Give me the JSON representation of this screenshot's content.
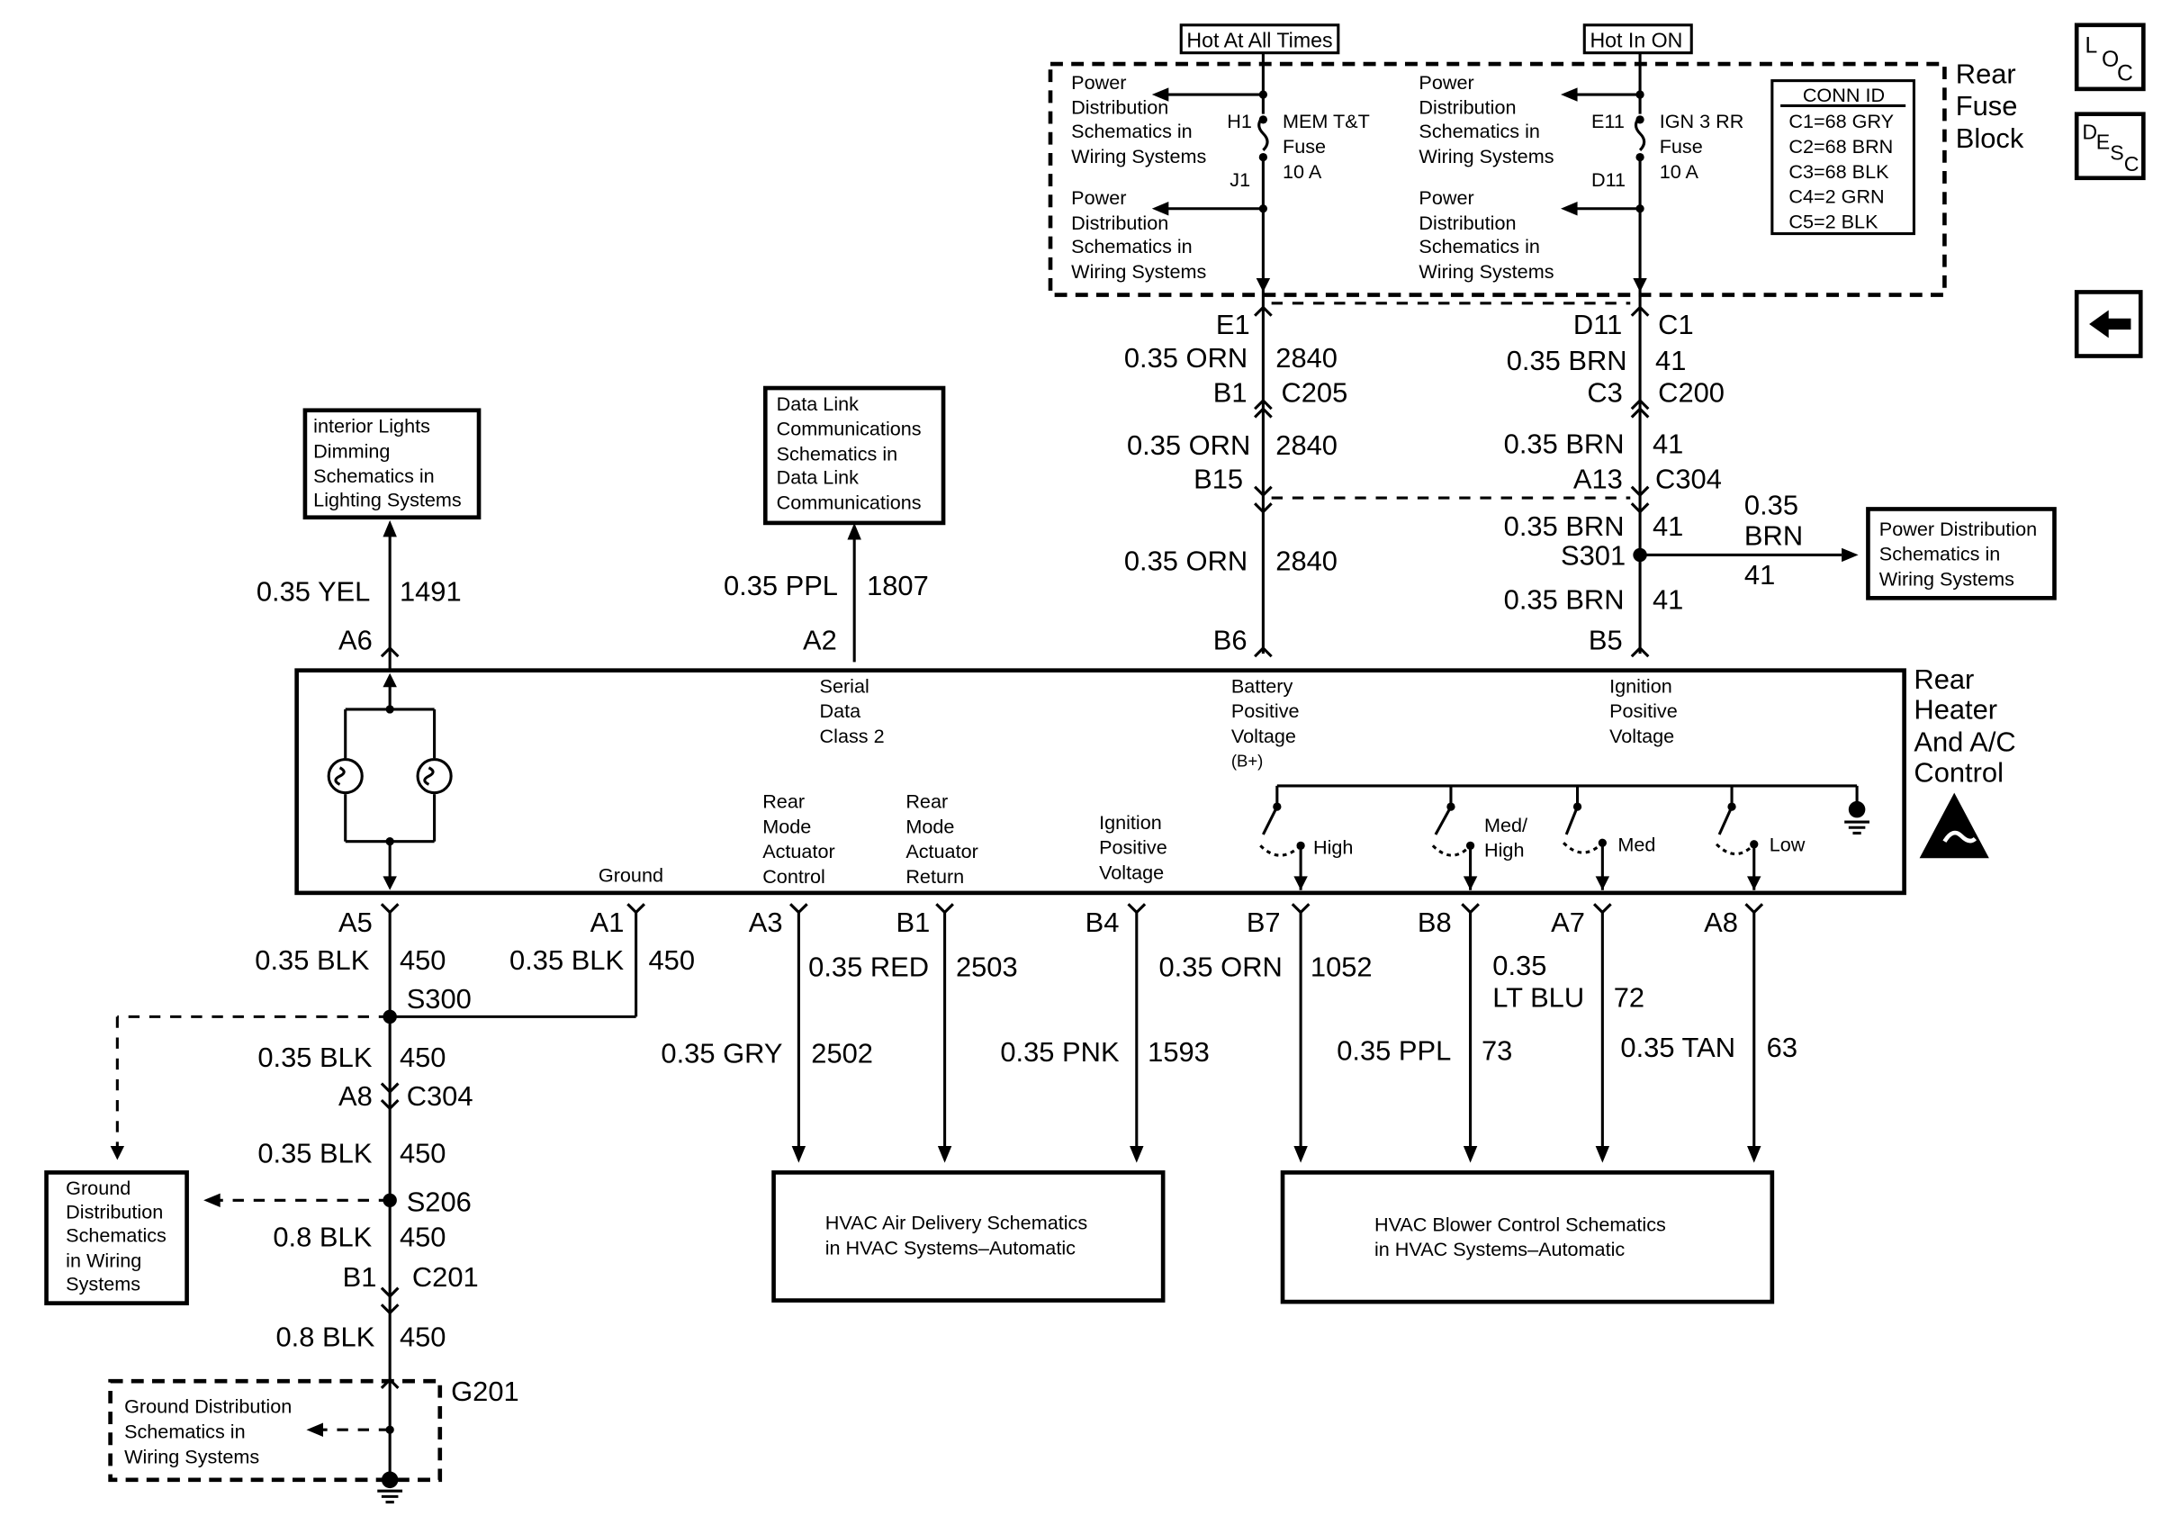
{
  "fuse_block": {
    "hot_at_all_times": "Hot At All Times",
    "hot_in_on": "Hot In ON",
    "title_lines": [
      "Rear",
      "Fuse",
      "Block"
    ],
    "power_dist_lines": [
      "Power",
      "Distribution",
      "Schematics in",
      "Wiring Systems"
    ],
    "mem_fuse_lines": [
      "MEM T&T",
      "Fuse",
      "10 A"
    ],
    "ign_fuse_lines": [
      "IGN 3 RR",
      "Fuse",
      "10 A"
    ],
    "pins": {
      "h1": "H1",
      "j1": "J1",
      "e11": "E11",
      "d11": "D11"
    },
    "conn_id": {
      "title": "CONN ID",
      "rows": [
        "C1=68 GRY",
        "C2=68 BRN",
        "C3=68 BLK",
        "C4=2 GRN",
        "C5=2 BLK"
      ]
    }
  },
  "nav": {
    "loc": [
      "L",
      "O",
      "C"
    ],
    "desc": [
      "D",
      "E",
      "S",
      "C"
    ],
    "back_arrow": "left-arrow-icon"
  },
  "orn_circuit": {
    "e1": "E1",
    "w1": "0.35 ORN",
    "c1": "2840",
    "b1": "B1",
    "c205": "C205",
    "w2": "0.35 ORN",
    "c2": "2840",
    "b15": "B15",
    "w3": "0.35 ORN",
    "c3": "2840",
    "b6": "B6"
  },
  "brn_circuit": {
    "d11": "D11",
    "c1": "C1",
    "w1": "0.35 BRN",
    "n1": "41",
    "c3": "C3",
    "c200": "C200",
    "w2": "0.35 BRN",
    "n2": "41",
    "a13": "A13",
    "c304": "C304",
    "w3": "0.35 BRN",
    "n3": "41",
    "s301": "S301",
    "branch_w_a": "0.35",
    "branch_w_b": "BRN",
    "branch_n": "41",
    "w4": "0.35 BRN",
    "n4": "41",
    "b5": "B5"
  },
  "top_boxes": {
    "interior_lights": [
      "interior Lights",
      "Dimming",
      "Schematics in",
      "Lighting Systems"
    ],
    "data_link": [
      "Data Link",
      "Communications",
      "Schematics in",
      "Data Link",
      "Communications"
    ],
    "power_dist_right": [
      "Power Distribution",
      "Schematics in",
      "Wiring Systems"
    ]
  },
  "top_circuits": {
    "yel_wire": "0.35 YEL",
    "yel_num": "1491",
    "a6": "A6",
    "ppl_wire": "0.35 PPL",
    "ppl_num": "1807",
    "a2": "A2"
  },
  "module": {
    "title_lines": [
      "Rear",
      "Heater",
      "And A/C",
      "Control"
    ],
    "serial_data": [
      "Serial",
      "Data",
      "Class 2"
    ],
    "battery": [
      "Battery",
      "Positive",
      "Voltage",
      "(B+)"
    ],
    "ignition_top": [
      "Ignition",
      "Positive",
      "Voltage"
    ],
    "ground": "Ground",
    "rear_mode_control": [
      "Rear",
      "Mode",
      "Actuator",
      "Control"
    ],
    "rear_mode_return": [
      "Rear",
      "Mode",
      "Actuator",
      "Return"
    ],
    "ignition_bottom": [
      "Ignition",
      "Positive",
      "Voltage"
    ],
    "switches": [
      "High",
      "Med/",
      "High",
      "Med",
      "Low"
    ]
  },
  "bottom_pins": {
    "a5": "A5",
    "a1": "A1",
    "a3": "A3",
    "b1": "B1",
    "b4": "B4",
    "b7": "B7",
    "b8": "B8",
    "a7": "A7",
    "a8": "A8"
  },
  "bottom_circuits": {
    "blk1": "0.35 BLK",
    "blk1n": "450",
    "blk2": "0.35 BLK",
    "blk2n": "450",
    "s300": "S300",
    "blk3": "0.35 BLK",
    "blk3n": "450",
    "a8": "A8",
    "c304": "C304",
    "blk4": "0.35 BLK",
    "blk4n": "450",
    "s206": "S206",
    "blk5": "0.8 BLK",
    "blk5n": "450",
    "b1": "B1",
    "c201": "C201",
    "blk6": "0.8 BLK",
    "blk6n": "450",
    "g201": "G201",
    "red": "0.35 RED",
    "redn": "2503",
    "gry": "0.35 GRY",
    "gryn": "2502",
    "pnk": "0.35 PNK",
    "pnkn": "1593",
    "orn": "0.35 ORN",
    "ornn": "1052",
    "ltblu_a": "0.35",
    "ltblu_b": "LT BLU",
    "ltblun": "72",
    "ppl": "0.35 PPL",
    "ppln": "73",
    "tan": "0.35 TAN",
    "tann": "63"
  },
  "bottom_boxes": {
    "ground_dist_left": [
      "Ground",
      "Distribution",
      "Schematics",
      "in Wiring",
      "Systems"
    ],
    "ground_dist_bottom": [
      "Ground Distribution",
      "Schematics in",
      "Wiring Systems"
    ],
    "hvac_air": [
      "HVAC Air Delivery Schematics",
      "in HVAC Systems–Automatic"
    ],
    "hvac_blower": [
      "HVAC Blower Control Schematics",
      "in HVAC Systems–Automatic"
    ]
  }
}
